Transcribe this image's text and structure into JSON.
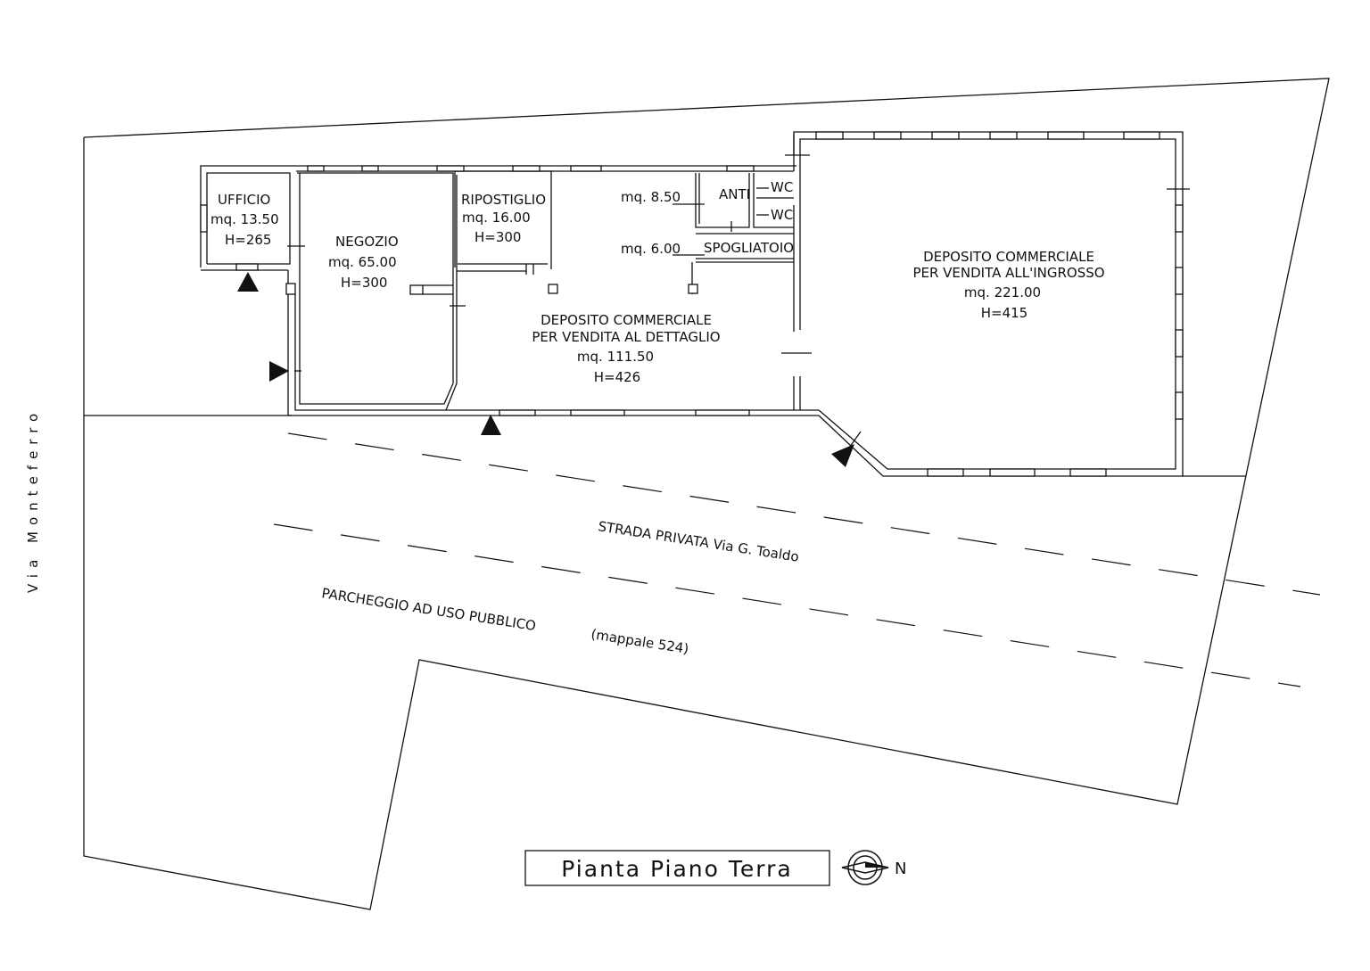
{
  "rooms": {
    "ufficio": {
      "name": "UFFICIO",
      "area": "mq. 13.50",
      "height": "H=265"
    },
    "negozio": {
      "name": "NEGOZIO",
      "area": "mq. 65.00",
      "height": "H=300"
    },
    "ripostiglio": {
      "name": "RIPOSTIGLIO",
      "area": "mq. 16.00",
      "height": "H=300"
    },
    "anti": {
      "name": "ANTI",
      "area": "mq. 8.50"
    },
    "wc1": {
      "name": "WC"
    },
    "wc2": {
      "name": "WC"
    },
    "spogliatoio": {
      "name": "SPOGLIATOIO",
      "area": "mq. 6.00"
    },
    "dettaglio": {
      "line1": "DEPOSITO COMMERCIALE",
      "line2": "PER VENDITA AL DETTAGLIO",
      "area": "mq. 111.50",
      "height": "H=426"
    },
    "ingrosso": {
      "line1": "DEPOSITO COMMERCIALE",
      "line2": "PER VENDITA ALL'INGROSSO",
      "area": "mq. 221.00",
      "height": "H=415"
    }
  },
  "streets": {
    "west": "Via Monteferro",
    "private": "STRADA PRIVATA Via G. Toaldo",
    "parking": "PARCHEGGIO AD USO PUBBLICO",
    "parking_ref": "(mappale 524)"
  },
  "title": "Pianta Piano Terra",
  "north_label": "N"
}
